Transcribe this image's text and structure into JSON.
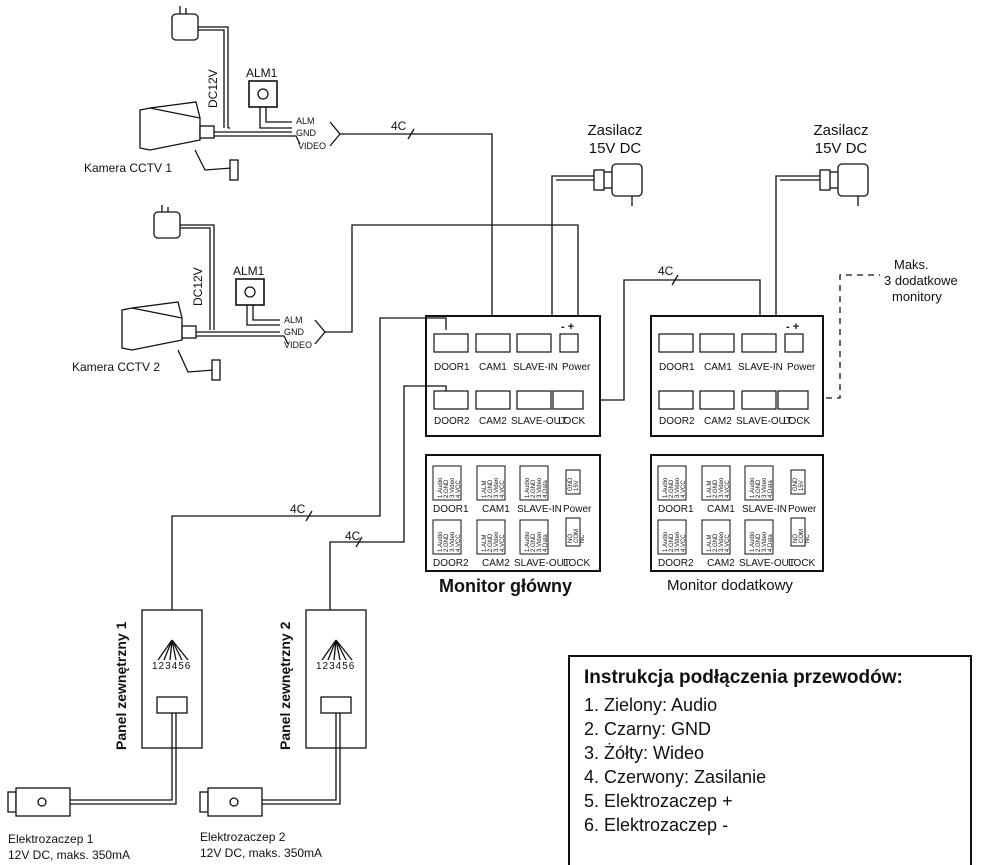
{
  "cameras": [
    {
      "name": "Kamera CCTV 1",
      "alm_label": "ALM1",
      "dc_label": "DC12V",
      "wires": [
        "ALM",
        "GND",
        "VIDEO"
      ]
    },
    {
      "name": "Kamera CCTV 2",
      "alm_label": "ALM1",
      "dc_label": "DC12V",
      "wires": [
        "ALM",
        "GND",
        "VIDEO"
      ]
    }
  ],
  "power_supplies": [
    {
      "line1": "Zasilacz",
      "line2": "15V DC"
    },
    {
      "line1": "Zasilacz",
      "line2": "15V DC"
    }
  ],
  "cable_labels": [
    "4C",
    "4C",
    "4C",
    "4C"
  ],
  "extra_monitors_note": [
    "Maks.",
    "3 dodatkowe",
    "monitory"
  ],
  "connector_ports": {
    "top": [
      "DOOR1",
      "CAM1",
      "SLAVE-IN",
      "Power"
    ],
    "bottom": [
      "DOOR2",
      "CAM2",
      "SLAVE-OUT",
      "LOCK"
    ],
    "power_polarity": "- +"
  },
  "pinouts": {
    "door": [
      "1.Audio",
      "2.GND",
      "3.Video",
      "4.VCC"
    ],
    "cam": [
      "1.ALM",
      "2.GND",
      "3.Video",
      "4.VCC"
    ],
    "slave": [
      "1.Audio",
      "2.GND",
      "3.Video",
      "4.Data"
    ],
    "power": [
      "GND",
      "15V"
    ],
    "lock": [
      "NO",
      "COM",
      "NC"
    ]
  },
  "monitors": {
    "main": "Monitor główny",
    "extra": "Monitor dodatkowy"
  },
  "panels": [
    {
      "name": "Panel zewnętrzny 1",
      "pins": "123456"
    },
    {
      "name": "Panel zewnętrzny 2",
      "pins": "123456"
    }
  ],
  "locks": [
    {
      "name": "Elektrozaczep 1",
      "spec": "12V DC, maks. 350mA"
    },
    {
      "name": "Elektrozaczep 2",
      "spec": "12V DC, maks. 350mA"
    }
  ],
  "instructions": {
    "title": "Instrukcja podłączenia przewodów:",
    "items": [
      "1. Zielony: Audio",
      "2. Czarny: GND",
      "3. Żółty: Wideo",
      "4. Czerwony: Zasilanie",
      "5. Elektrozaczep +",
      "6. Elektrozaczep -"
    ]
  }
}
